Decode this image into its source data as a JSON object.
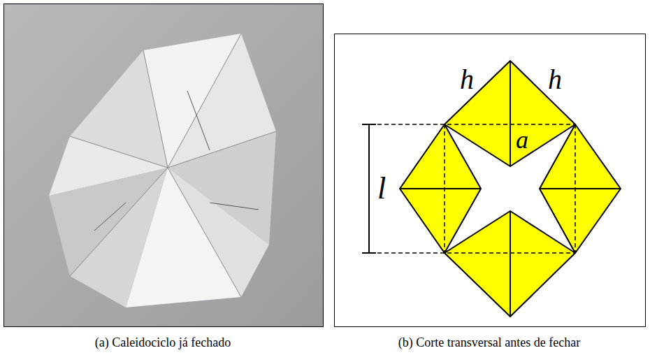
{
  "diagram": {
    "labels": [
      "h",
      "h",
      "a",
      "l",
      "(a) Caleidociclo já fechado",
      "(b) Corte transversal antes de fechar"
    ]
  }
}
